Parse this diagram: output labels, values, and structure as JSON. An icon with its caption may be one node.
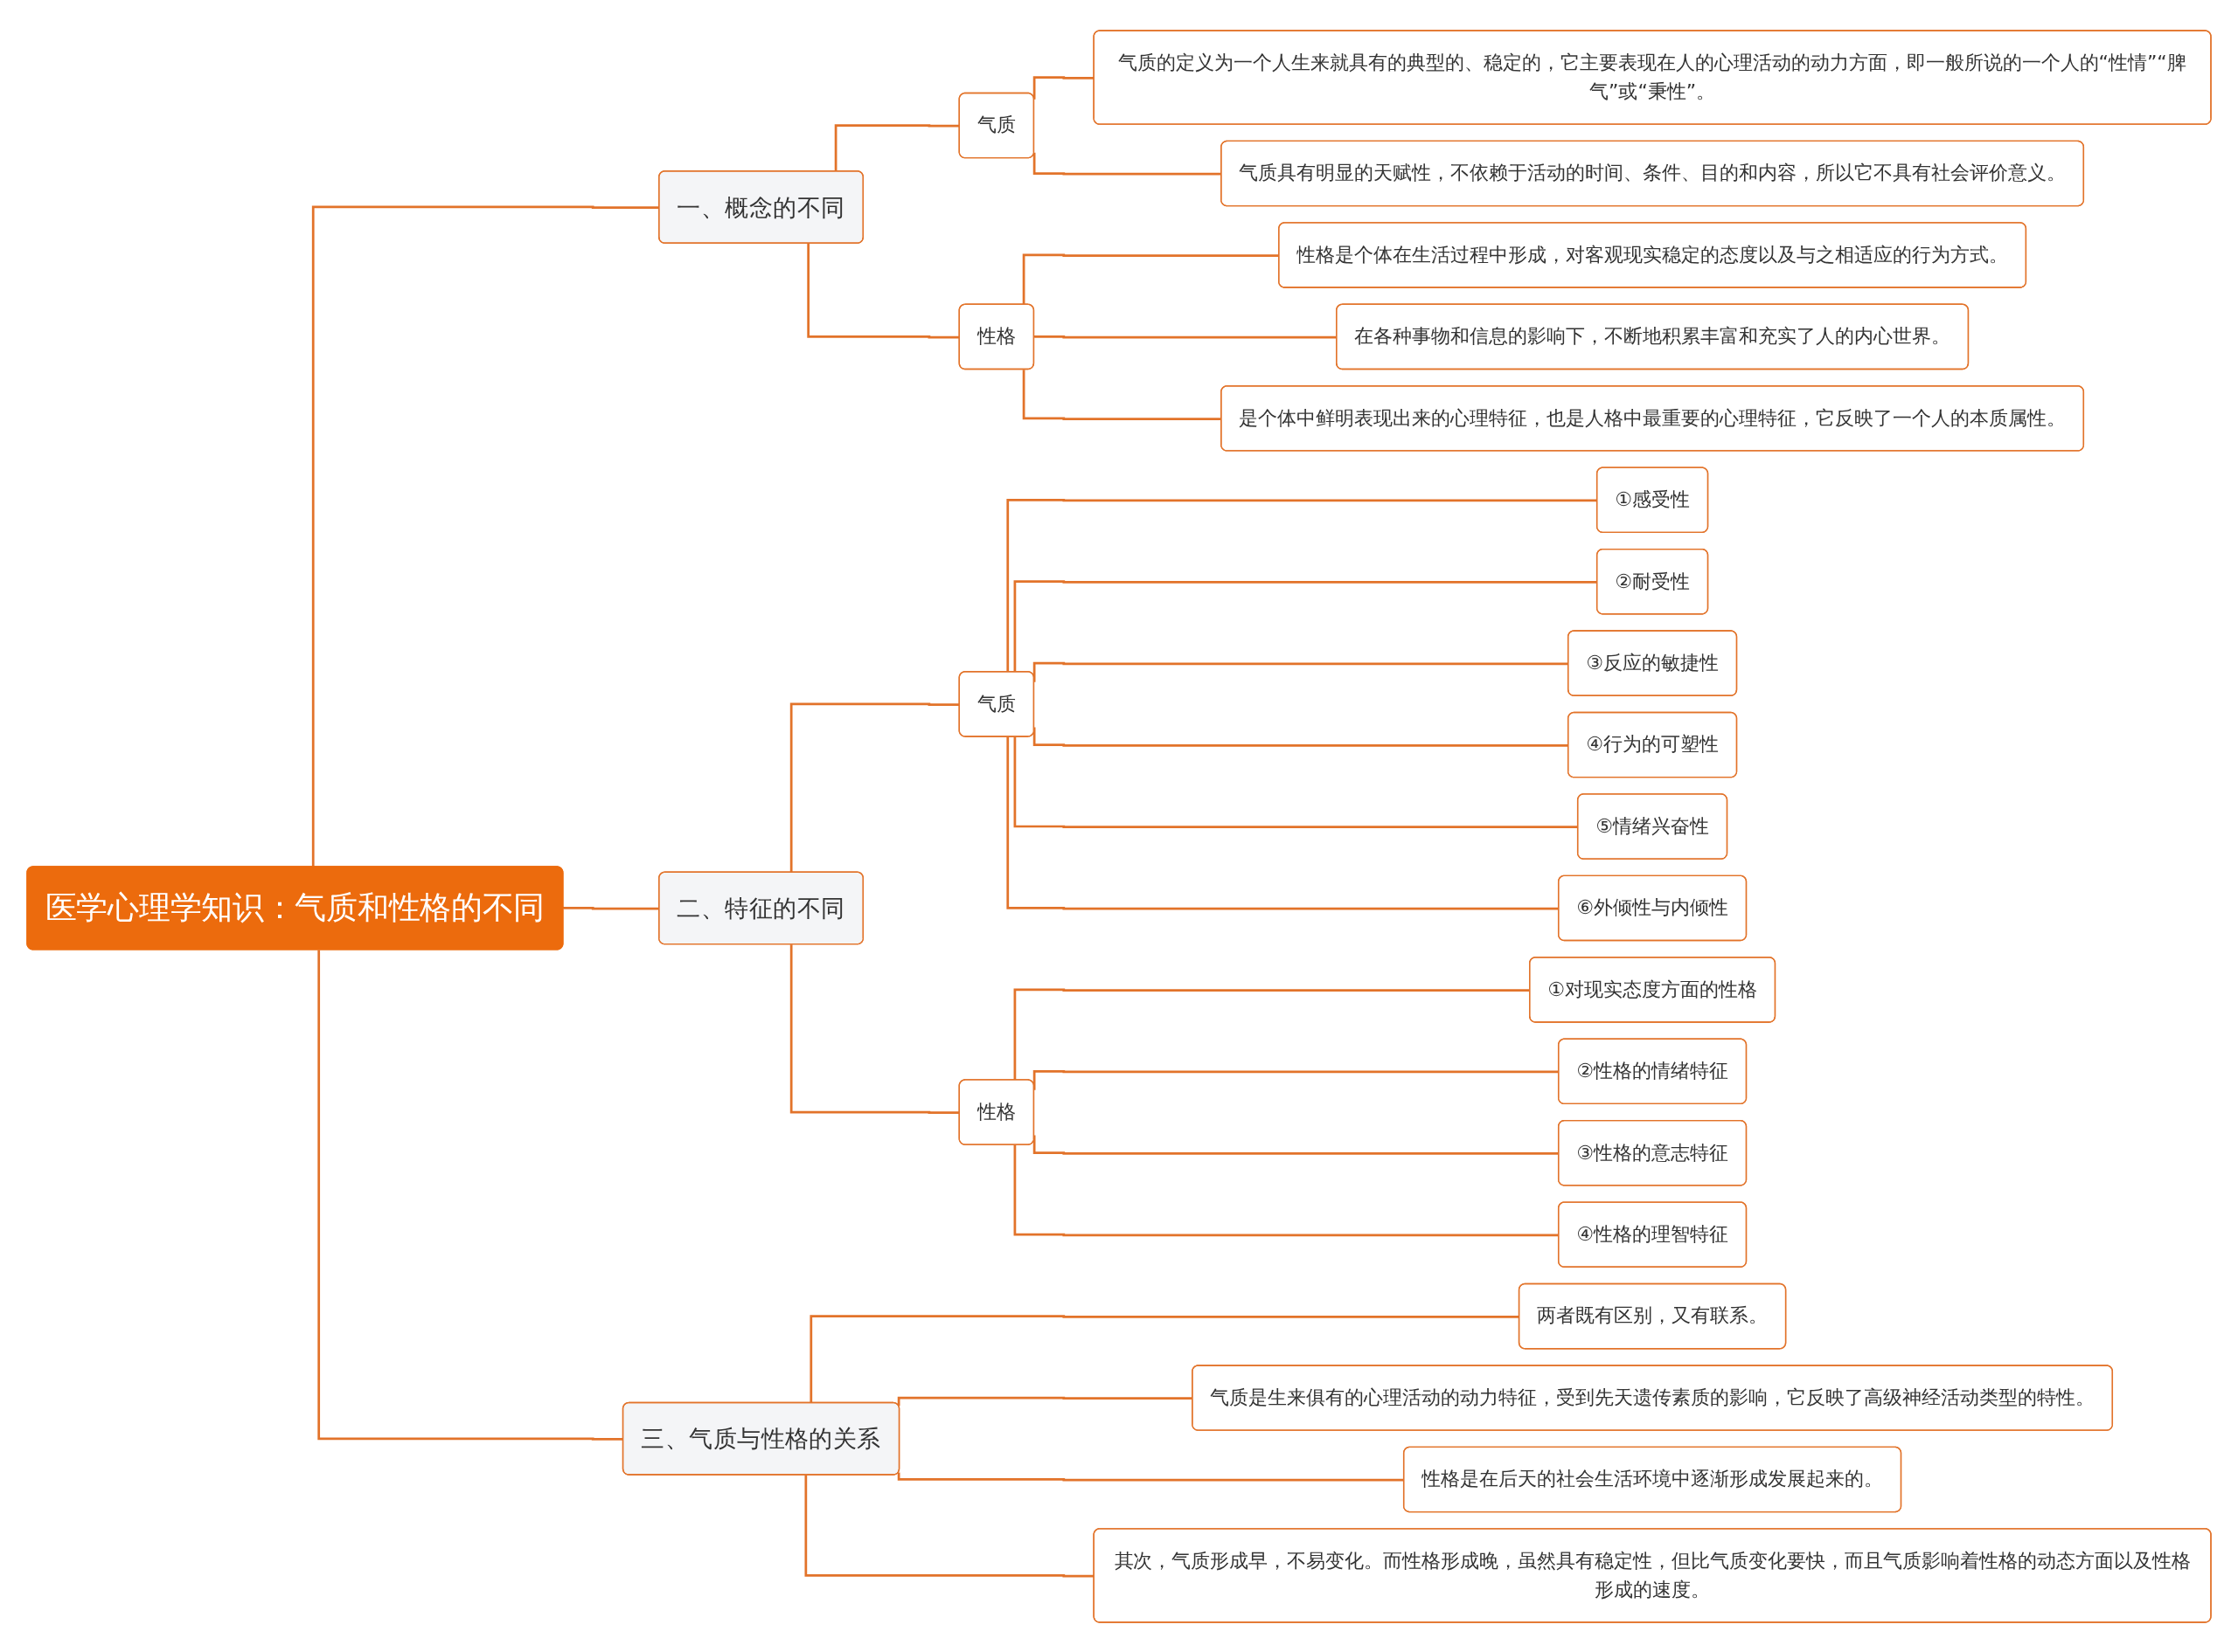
{
  "diagram": {
    "nodes": [
      {
        "text": [
          "医学心理学知识：气质和性格的不同"
        ]
      },
      {
        "text": [
          "一、概念的不同"
        ]
      },
      {
        "text": [
          "气质"
        ]
      },
      {
        "text": [
          "气质的定义为一个人生来就具有的典型的、稳定的，它主要表现在人的心理活动的动力方面，即一般所说的一个人的“性情”“脾气”或“秉性”。"
        ]
      },
      {
        "text": [
          "气质具有明显的天赋性，不依赖于活动的时间、条件、目的和内容，所以它不具有社会评价意义。"
        ]
      },
      {
        "text": [
          "性格"
        ]
      },
      {
        "text": [
          "性格是个体在生活过程中形成，对客观现实稳定的态度以及与之相适应的行为方式。"
        ]
      },
      {
        "text": [
          "在各种事物和信息的影响下，不断地积累丰富和充实了人的内心世界。"
        ]
      },
      {
        "text": [
          "是个体中鲜明表现出来的心理特征，也是人格中最重要的心理特征，它反映了一个人的本质属性。"
        ]
      },
      {
        "text": [
          "二、特征的不同"
        ]
      },
      {
        "text": [
          "气质"
        ]
      },
      {
        "text": [
          "①感受性"
        ]
      },
      {
        "text": [
          "②耐受性"
        ]
      },
      {
        "text": [
          "③反应的敏捷性"
        ]
      },
      {
        "text": [
          "④行为的可塑性"
        ]
      },
      {
        "text": [
          "⑤情绪兴奋性"
        ]
      },
      {
        "text": [
          "⑥外倾性与内倾性"
        ]
      },
      {
        "text": [
          "性格"
        ]
      },
      {
        "text": [
          "①对现实态度方面的性格"
        ]
      },
      {
        "text": [
          "②性格的情绪特征"
        ]
      },
      {
        "text": [
          "③性格的意志特征"
        ]
      },
      {
        "text": [
          "④性格的理智特征"
        ]
      },
      {
        "text": [
          "三、气质与性格的关系"
        ]
      },
      {
        "text": [
          "两者既有区别，又有联系。"
        ]
      },
      {
        "text": [
          "气质是生来俱有的心理活动的动力特征，受到先天遗传素质的影响，它反映了高级神经活动类型的特性。"
        ]
      },
      {
        "text": [
          "性格是在后天的社会生活环境中逐渐形成发展起来的。"
        ]
      },
      {
        "text": [
          "其次，气质形成早，不易变化。而性格形成晚，虽然具有稳定性，但比气质变化要快，而且气质影响着性格的动态方面以及性格形成的速度。"
        ]
      }
    ],
    "edges": [
      {
        "from": 0,
        "to": 1,
        "arrow": "none"
      },
      {
        "from": 1,
        "to": 2,
        "arrow": "none"
      },
      {
        "from": 2,
        "to": 3,
        "arrow": "none"
      },
      {
        "from": 2,
        "to": 4,
        "arrow": "none"
      },
      {
        "from": 1,
        "to": 5,
        "arrow": "none"
      },
      {
        "from": 5,
        "to": 6,
        "arrow": "none"
      },
      {
        "from": 5,
        "to": 7,
        "arrow": "none"
      },
      {
        "from": 5,
        "to": 8,
        "arrow": "none"
      },
      {
        "from": 0,
        "to": 9,
        "arrow": "none"
      },
      {
        "from": 9,
        "to": 10,
        "arrow": "none"
      },
      {
        "from": 10,
        "to": 11,
        "arrow": "none"
      },
      {
        "from": 10,
        "to": 12,
        "arrow": "none"
      },
      {
        "from": 10,
        "to": 13,
        "arrow": "none"
      },
      {
        "from": 10,
        "to": 14,
        "arrow": "none"
      },
      {
        "from": 10,
        "to": 15,
        "arrow": "none"
      },
      {
        "from": 10,
        "to": 16,
        "arrow": "none"
      },
      {
        "from": 9,
        "to": 17,
        "arrow": "none"
      },
      {
        "from": 17,
        "to": 18,
        "arrow": "none"
      },
      {
        "from": 17,
        "to": 19,
        "arrow": "none"
      },
      {
        "from": 17,
        "to": 20,
        "arrow": "none"
      },
      {
        "from": 17,
        "to": 21,
        "arrow": "none"
      },
      {
        "from": 0,
        "to": 22,
        "arrow": "none"
      },
      {
        "from": 22,
        "to": 23,
        "arrow": "none"
      },
      {
        "from": 22,
        "to": 24,
        "arrow": "none"
      },
      {
        "from": 22,
        "to": 25,
        "arrow": "none"
      },
      {
        "from": 22,
        "to": 26,
        "arrow": "none"
      }
    ]
  }
}
